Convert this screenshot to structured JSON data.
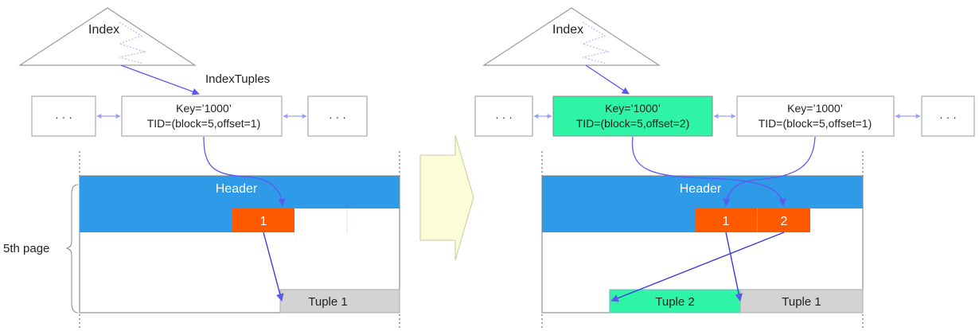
{
  "left": {
    "index_label": "Index",
    "index_tuples_label": "IndexTuples",
    "ellipsis_left": "· · ·",
    "ellipsis_right": "· · ·",
    "tuple_box": {
      "key": "Key=’1000’",
      "tid": "TID=(block=5,offset=1)"
    },
    "header_label": "Header",
    "line_pointer": "1",
    "tuple_label": "Tuple 1",
    "page_label": "5th page"
  },
  "right": {
    "index_label": "Index",
    "ellipsis_left": "· · ·",
    "ellipsis_right": "· · ·",
    "new_tuple_box": {
      "key": "Key=’1000’",
      "tid": "TID=(block=5,offset=2)"
    },
    "old_tuple_box": {
      "key": "Key=’1000’",
      "tid": "TID=(block=5,offset=1)"
    },
    "header_label": "Header",
    "line_pointer_1": "1",
    "line_pointer_2": "2",
    "tuple_2_label": "Tuple  2",
    "tuple_1_label": "Tuple 1"
  },
  "colors": {
    "header_blue": "#2f9be8",
    "line_pointer_orange": "#ff5a00",
    "tuple_gray": "#d3d3d3",
    "new_tuple_green": "#2ef5a6",
    "arrow_blue": "#5a5af0",
    "transition_arrow_fill": "#fdfcd8"
  }
}
